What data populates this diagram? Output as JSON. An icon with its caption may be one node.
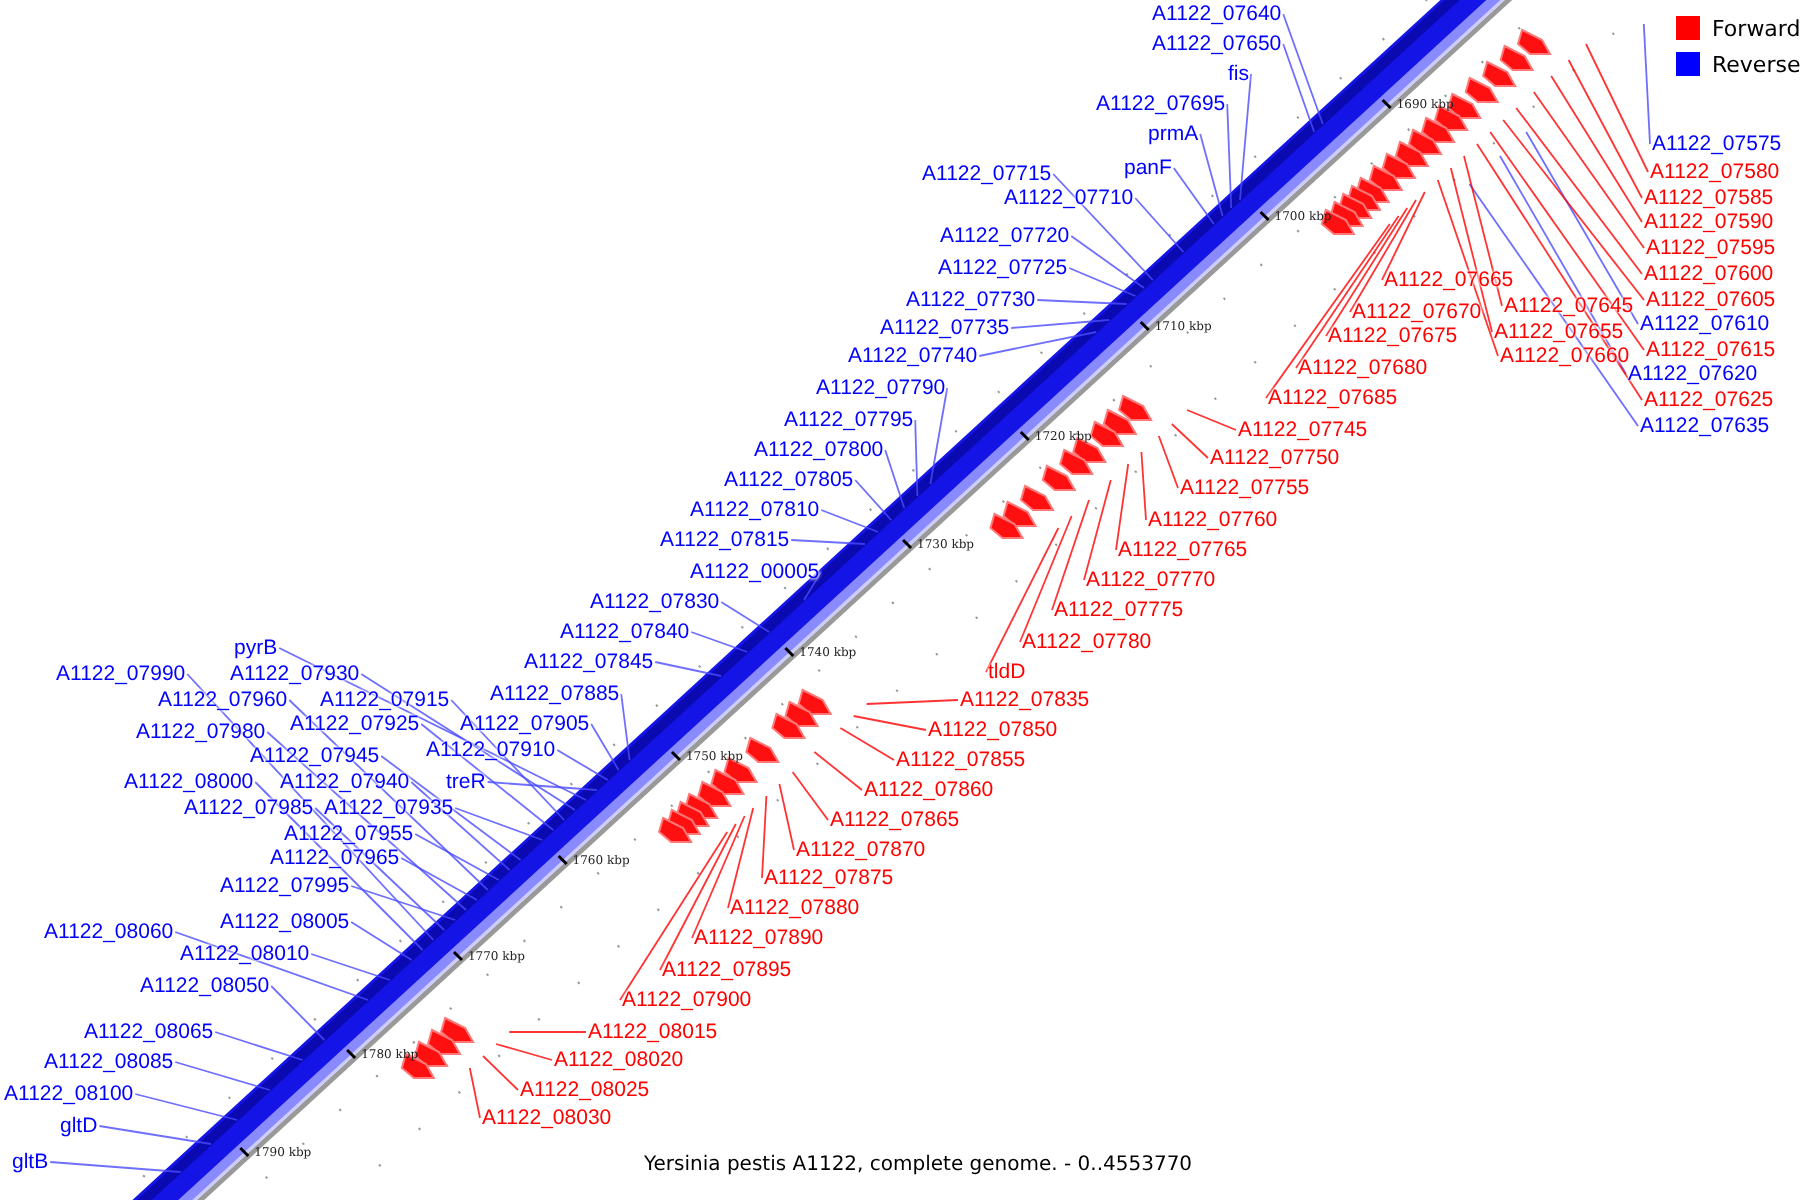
{
  "diagram": {
    "caption": "Yersinia pestis A1122, complete genome. - 0..4553770",
    "nodes": [
      {
        "text": [
          "A1122_07640"
        ]
      },
      {
        "text": [
          "A1122_07650"
        ]
      },
      {
        "text": [
          "fis"
        ]
      },
      {
        "text": [
          "A1122_07695"
        ]
      },
      {
        "text": [
          "prmA"
        ]
      },
      {
        "text": [
          "panF"
        ]
      },
      {
        "text": [
          "A1122_07715"
        ]
      },
      {
        "text": [
          "A1122_07710"
        ]
      },
      {
        "text": [
          "A1122_07720"
        ]
      },
      {
        "text": [
          "A1122_07725"
        ]
      },
      {
        "text": [
          "A1122_07730"
        ]
      },
      {
        "text": [
          "A1122_07735"
        ]
      },
      {
        "text": [
          "A1122_07740"
        ]
      },
      {
        "text": [
          "A1122_07790"
        ]
      },
      {
        "text": [
          "A1122_07795"
        ]
      },
      {
        "text": [
          "A1122_07800"
        ]
      },
      {
        "text": [
          "A1122_07805"
        ]
      },
      {
        "text": [
          "A1122_07810"
        ]
      },
      {
        "text": [
          "A1122_07815"
        ]
      },
      {
        "text": [
          "A1122_00005"
        ]
      },
      {
        "text": [
          "A1122_07830"
        ]
      },
      {
        "text": [
          "A1122_07840"
        ]
      },
      {
        "text": [
          "A1122_07845"
        ]
      },
      {
        "text": [
          "pyrB"
        ]
      },
      {
        "text": [
          "A1122_07990"
        ]
      },
      {
        "text": [
          "A1122_07930"
        ]
      },
      {
        "text": [
          "A1122_07885"
        ]
      },
      {
        "text": [
          "A1122_07960"
        ]
      },
      {
        "text": [
          "A1122_07915"
        ]
      },
      {
        "text": [
          "A1122_07905"
        ]
      },
      {
        "text": [
          "A1122_07980"
        ]
      },
      {
        "text": [
          "A1122_07925"
        ]
      },
      {
        "text": [
          "A1122_07910"
        ]
      },
      {
        "text": [
          "A1122_07945"
        ]
      },
      {
        "text": [
          "A1122_08000"
        ]
      },
      {
        "text": [
          "A1122_07940"
        ]
      },
      {
        "text": [
          "treR"
        ]
      },
      {
        "text": [
          "A1122_07985"
        ]
      },
      {
        "text": [
          "A1122_07935"
        ]
      },
      {
        "text": [
          "A1122_07955"
        ]
      },
      {
        "text": [
          "A1122_07965"
        ]
      },
      {
        "text": [
          "A1122_07995"
        ]
      },
      {
        "text": [
          "A1122_08005"
        ]
      },
      {
        "text": [
          "A1122_08060"
        ]
      },
      {
        "text": [
          "A1122_08010"
        ]
      },
      {
        "text": [
          "A1122_08050"
        ]
      },
      {
        "text": [
          "A1122_08065"
        ]
      },
      {
        "text": [
          "A1122_08085"
        ]
      },
      {
        "text": [
          "A1122_08100"
        ]
      },
      {
        "text": [
          "gltD"
        ]
      },
      {
        "text": [
          "gltB"
        ]
      },
      {
        "text": [
          "A1122_07575"
        ]
      },
      {
        "text": [
          "A1122_07610"
        ]
      },
      {
        "text": [
          "A1122_07620"
        ]
      },
      {
        "text": [
          "A1122_07635"
        ]
      },
      {
        "text": [
          "A1122_07580"
        ]
      },
      {
        "text": [
          "A1122_07585"
        ]
      },
      {
        "text": [
          "A1122_07590"
        ]
      },
      {
        "text": [
          "A1122_07595"
        ]
      },
      {
        "text": [
          "A1122_07600"
        ]
      },
      {
        "text": [
          "A1122_07605"
        ]
      },
      {
        "text": [
          "A1122_07615"
        ]
      },
      {
        "text": [
          "A1122_07625"
        ]
      },
      {
        "text": [
          "A1122_07645"
        ]
      },
      {
        "text": [
          "A1122_07655"
        ]
      },
      {
        "text": [
          "A1122_07660"
        ]
      },
      {
        "text": [
          "A1122_07665"
        ]
      },
      {
        "text": [
          "A1122_07670"
        ]
      },
      {
        "text": [
          "A1122_07675"
        ]
      },
      {
        "text": [
          "A1122_07680"
        ]
      },
      {
        "text": [
          "A1122_07685"
        ]
      },
      {
        "text": [
          "A1122_07745"
        ]
      },
      {
        "text": [
          "A1122_07750"
        ]
      },
      {
        "text": [
          "A1122_07755"
        ]
      },
      {
        "text": [
          "A1122_07760"
        ]
      },
      {
        "text": [
          "A1122_07765"
        ]
      },
      {
        "text": [
          "A1122_07770"
        ]
      },
      {
        "text": [
          "A1122_07775"
        ]
      },
      {
        "text": [
          "A1122_07780"
        ]
      },
      {
        "text": [
          "tldD"
        ]
      },
      {
        "text": [
          "A1122_07835"
        ]
      },
      {
        "text": [
          "A1122_07850"
        ]
      },
      {
        "text": [
          "A1122_07855"
        ]
      },
      {
        "text": [
          "A1122_07860"
        ]
      },
      {
        "text": [
          "A1122_07865"
        ]
      },
      {
        "text": [
          "A1122_07870"
        ]
      },
      {
        "text": [
          "A1122_07875"
        ]
      },
      {
        "text": [
          "A1122_07880"
        ]
      },
      {
        "text": [
          "A1122_07890"
        ]
      },
      {
        "text": [
          "A1122_07895"
        ]
      },
      {
        "text": [
          "A1122_07900"
        ]
      },
      {
        "text": [
          "A1122_08015"
        ]
      },
      {
        "text": [
          "A1122_08020"
        ]
      },
      {
        "text": [
          "A1122_08025"
        ]
      },
      {
        "text": [
          "A1122_08030"
        ]
      }
    ],
    "edges": [
      {
        "from": 0,
        "to": null,
        "arrow": "none"
      },
      {
        "from": 1,
        "to": null,
        "arrow": "none"
      },
      {
        "from": 2,
        "to": null,
        "arrow": "none"
      },
      {
        "from": 3,
        "to": null,
        "arrow": "none"
      },
      {
        "from": 4,
        "to": null,
        "arrow": "none"
      },
      {
        "from": 5,
        "to": null,
        "arrow": "none"
      },
      {
        "from": 6,
        "to": null,
        "arrow": "none"
      },
      {
        "from": 7,
        "to": null,
        "arrow": "none"
      },
      {
        "from": 8,
        "to": null,
        "arrow": "none"
      },
      {
        "from": 9,
        "to": null,
        "arrow": "none"
      },
      {
        "from": 10,
        "to": null,
        "arrow": "none"
      },
      {
        "from": 11,
        "to": null,
        "arrow": "none"
      },
      {
        "from": 12,
        "to": null,
        "arrow": "none"
      },
      {
        "from": 13,
        "to": null,
        "arrow": "none"
      },
      {
        "from": 14,
        "to": null,
        "arrow": "none"
      },
      {
        "from": 15,
        "to": null,
        "arrow": "none"
      },
      {
        "from": 16,
        "to": null,
        "arrow": "none"
      },
      {
        "from": 17,
        "to": null,
        "arrow": "none"
      },
      {
        "from": 18,
        "to": null,
        "arrow": "none"
      },
      {
        "from": 19,
        "to": null,
        "arrow": "none"
      },
      {
        "from": 20,
        "to": null,
        "arrow": "none"
      },
      {
        "from": 21,
        "to": null,
        "arrow": "none"
      },
      {
        "from": 22,
        "to": null,
        "arrow": "none"
      },
      {
        "from": 23,
        "to": null,
        "arrow": "none"
      },
      {
        "from": 24,
        "to": null,
        "arrow": "none"
      },
      {
        "from": 25,
        "to": null,
        "arrow": "none"
      },
      {
        "from": 26,
        "to": null,
        "arrow": "none"
      },
      {
        "from": 27,
        "to": null,
        "arrow": "none"
      },
      {
        "from": 28,
        "to": null,
        "arrow": "none"
      },
      {
        "from": 29,
        "to": null,
        "arrow": "none"
      },
      {
        "from": 30,
        "to": null,
        "arrow": "none"
      },
      {
        "from": 31,
        "to": null,
        "arrow": "none"
      },
      {
        "from": 32,
        "to": null,
        "arrow": "none"
      },
      {
        "from": 33,
        "to": null,
        "arrow": "none"
      },
      {
        "from": 34,
        "to": null,
        "arrow": "none"
      },
      {
        "from": 35,
        "to": null,
        "arrow": "none"
      },
      {
        "from": 36,
        "to": null,
        "arrow": "none"
      },
      {
        "from": 37,
        "to": null,
        "arrow": "none"
      },
      {
        "from": 38,
        "to": null,
        "arrow": "none"
      },
      {
        "from": 39,
        "to": null,
        "arrow": "none"
      },
      {
        "from": 40,
        "to": null,
        "arrow": "none"
      },
      {
        "from": 41,
        "to": null,
        "arrow": "none"
      },
      {
        "from": 42,
        "to": null,
        "arrow": "none"
      },
      {
        "from": 43,
        "to": null,
        "arrow": "none"
      },
      {
        "from": 44,
        "to": null,
        "arrow": "none"
      },
      {
        "from": 45,
        "to": null,
        "arrow": "none"
      },
      {
        "from": 46,
        "to": null,
        "arrow": "none"
      },
      {
        "from": 47,
        "to": null,
        "arrow": "none"
      },
      {
        "from": 48,
        "to": null,
        "arrow": "none"
      },
      {
        "from": 49,
        "to": null,
        "arrow": "none"
      },
      {
        "from": 50,
        "to": null,
        "arrow": "none"
      },
      {
        "from": 51,
        "to": null,
        "arrow": "none"
      },
      {
        "from": 52,
        "to": null,
        "arrow": "none"
      },
      {
        "from": 53,
        "to": null,
        "arrow": "none"
      },
      {
        "from": 54,
        "to": null,
        "arrow": "none"
      },
      {
        "from": 55,
        "to": null,
        "arrow": "none",
        "color": "#ff0000"
      },
      {
        "from": 56,
        "to": null,
        "arrow": "none",
        "color": "#ff0000"
      },
      {
        "from": 57,
        "to": null,
        "arrow": "none",
        "color": "#ff0000"
      },
      {
        "from": 58,
        "to": null,
        "arrow": "none",
        "color": "#ff0000"
      },
      {
        "from": 59,
        "to": null,
        "arrow": "none",
        "color": "#ff0000"
      },
      {
        "from": 60,
        "to": null,
        "arrow": "none",
        "color": "#ff0000"
      },
      {
        "from": 61,
        "to": null,
        "arrow": "none",
        "color": "#ff0000"
      },
      {
        "from": 62,
        "to": null,
        "arrow": "none",
        "color": "#ff0000"
      },
      {
        "from": 63,
        "to": null,
        "arrow": "none",
        "color": "#ff0000"
      },
      {
        "from": 64,
        "to": null,
        "arrow": "none",
        "color": "#ff0000"
      },
      {
        "from": 65,
        "to": null,
        "arrow": "none",
        "color": "#ff0000"
      },
      {
        "from": 66,
        "to": null,
        "arrow": "none",
        "color": "#ff0000"
      },
      {
        "from": 67,
        "to": null,
        "arrow": "none",
        "color": "#ff0000"
      },
      {
        "from": 68,
        "to": null,
        "arrow": "none",
        "color": "#ff0000"
      },
      {
        "from": 69,
        "to": null,
        "arrow": "none",
        "color": "#ff0000"
      },
      {
        "from": 70,
        "to": null,
        "arrow": "none",
        "color": "#ff0000"
      },
      {
        "from": 71,
        "to": null,
        "arrow": "none",
        "color": "#ff0000"
      },
      {
        "from": 72,
        "to": null,
        "arrow": "none",
        "color": "#ff0000"
      },
      {
        "from": 73,
        "to": null,
        "arrow": "none",
        "color": "#ff0000"
      },
      {
        "from": 74,
        "to": null,
        "arrow": "none",
        "color": "#ff0000"
      },
      {
        "from": 75,
        "to": null,
        "arrow": "none",
        "color": "#ff0000"
      },
      {
        "from": 76,
        "to": null,
        "arrow": "none",
        "color": "#ff0000"
      },
      {
        "from": 77,
        "to": null,
        "arrow": "none",
        "color": "#ff0000"
      },
      {
        "from": 78,
        "to": null,
        "arrow": "none",
        "color": "#ff0000"
      },
      {
        "from": 79,
        "to": null,
        "arrow": "none",
        "color": "#ff0000"
      },
      {
        "from": 80,
        "to": null,
        "arrow": "none",
        "color": "#ff0000"
      },
      {
        "from": 81,
        "to": null,
        "arrow": "none",
        "color": "#ff0000"
      },
      {
        "from": 82,
        "to": null,
        "arrow": "none",
        "color": "#ff0000"
      },
      {
        "from": 83,
        "to": null,
        "arrow": "none",
        "color": "#ff0000"
      },
      {
        "from": 84,
        "to": null,
        "arrow": "none",
        "color": "#ff0000"
      },
      {
        "from": 85,
        "to": null,
        "arrow": "none",
        "color": "#ff0000"
      },
      {
        "from": 86,
        "to": null,
        "arrow": "none",
        "color": "#ff0000"
      },
      {
        "from": 87,
        "to": null,
        "arrow": "none",
        "color": "#ff0000"
      },
      {
        "from": 88,
        "to": null,
        "arrow": "none",
        "color": "#ff0000"
      },
      {
        "from": 89,
        "to": null,
        "arrow": "none",
        "color": "#ff0000"
      },
      {
        "from": 90,
        "to": null,
        "arrow": "none",
        "color": "#ff0000"
      },
      {
        "from": 91,
        "to": null,
        "arrow": "none",
        "color": "#ff0000"
      },
      {
        "from": 92,
        "to": null,
        "arrow": "none",
        "color": "#ff0000"
      },
      {
        "from": 93,
        "to": null,
        "arrow": "none",
        "color": "#ff0000"
      },
      {
        "from": 94,
        "to": null,
        "arrow": "none",
        "color": "#ff0000"
      }
    ],
    "labels": [
      "1690 kbp",
      "1700 kbp",
      "1710 kbp",
      "1720 kbp",
      "1730 kbp",
      "1740 kbp",
      "1750 kbp",
      "1760 kbp",
      "1770 kbp",
      "1780 kbp",
      "1790 kbp"
    ],
    "legend": [
      {
        "text": "Forward",
        "color": "#ff0000"
      },
      {
        "text": "Reverse",
        "color": "#0000ff"
      }
    ]
  }
}
